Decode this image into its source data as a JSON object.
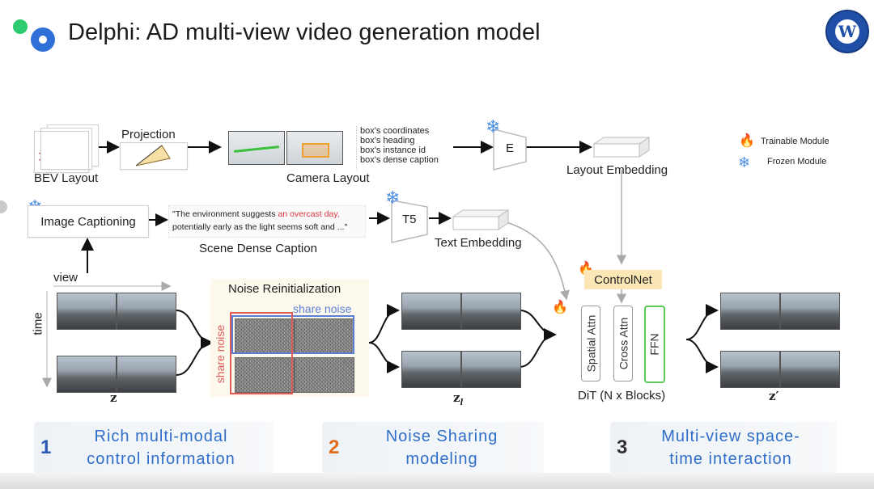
{
  "header": {
    "title": "Delphi: AD multi-view video generation model"
  },
  "top_row": {
    "bev_layout": "BEV Layout",
    "projection": "Projection",
    "camera_layout": "Camera Layout",
    "box_attrs": [
      "box's coordinates",
      "box's heading",
      "box's instance id",
      "box's dense caption"
    ],
    "encoder": "E",
    "layout_embedding": "Layout Embedding"
  },
  "legend": {
    "trainable": "Trainable Module",
    "frozen": "Frozen Module"
  },
  "caption_row": {
    "image_captioning": "Image Captioning",
    "caption_pre": "\"The environment suggests ",
    "caption_highlight": "an overcast day,",
    "caption_line2": "potentially early as the light seems soft and ...\"",
    "scene_dense_caption": "Scene Dense Caption",
    "t5": "T5",
    "text_embedding": "Text Embedding"
  },
  "main_row": {
    "view": "view",
    "time": "time",
    "z": "z",
    "noise_reinit": "Noise Reinitialization",
    "share_noise_h": "share noise",
    "share_noise_v": "share noise",
    "z_l": "z",
    "z_l_sub": "l",
    "controlnet": "ControlNet",
    "spatial_attn": "Spatial Attn",
    "cross_attn": "Cross Attn",
    "ffn": "FFN",
    "dit": "DiT (N x Blocks)",
    "z_prime": "z′"
  },
  "bottom_cards": [
    {
      "num": "1",
      "line1": "Rich multi-modal",
      "line2": "control information"
    },
    {
      "num": "2",
      "line1": "Noise Sharing",
      "line2": "modeling"
    },
    {
      "num": "3",
      "line1": "Multi-view space-",
      "line2": "time interaction"
    }
  ],
  "colors": {
    "accent_blue": "#2e6ec9",
    "highlight_red": "#d9363e",
    "share_noise_blue": "#5b7fd6",
    "share_noise_red": "#e05a5a",
    "controlnet_bg": "#fbe7b6",
    "ffn_green": "#5ac85a",
    "num1": "#2a57b5",
    "num2": "#e06b1a",
    "num3": "#333333"
  },
  "icons": {
    "trainable": "flame-icon",
    "frozen": "snowflake-icon"
  }
}
